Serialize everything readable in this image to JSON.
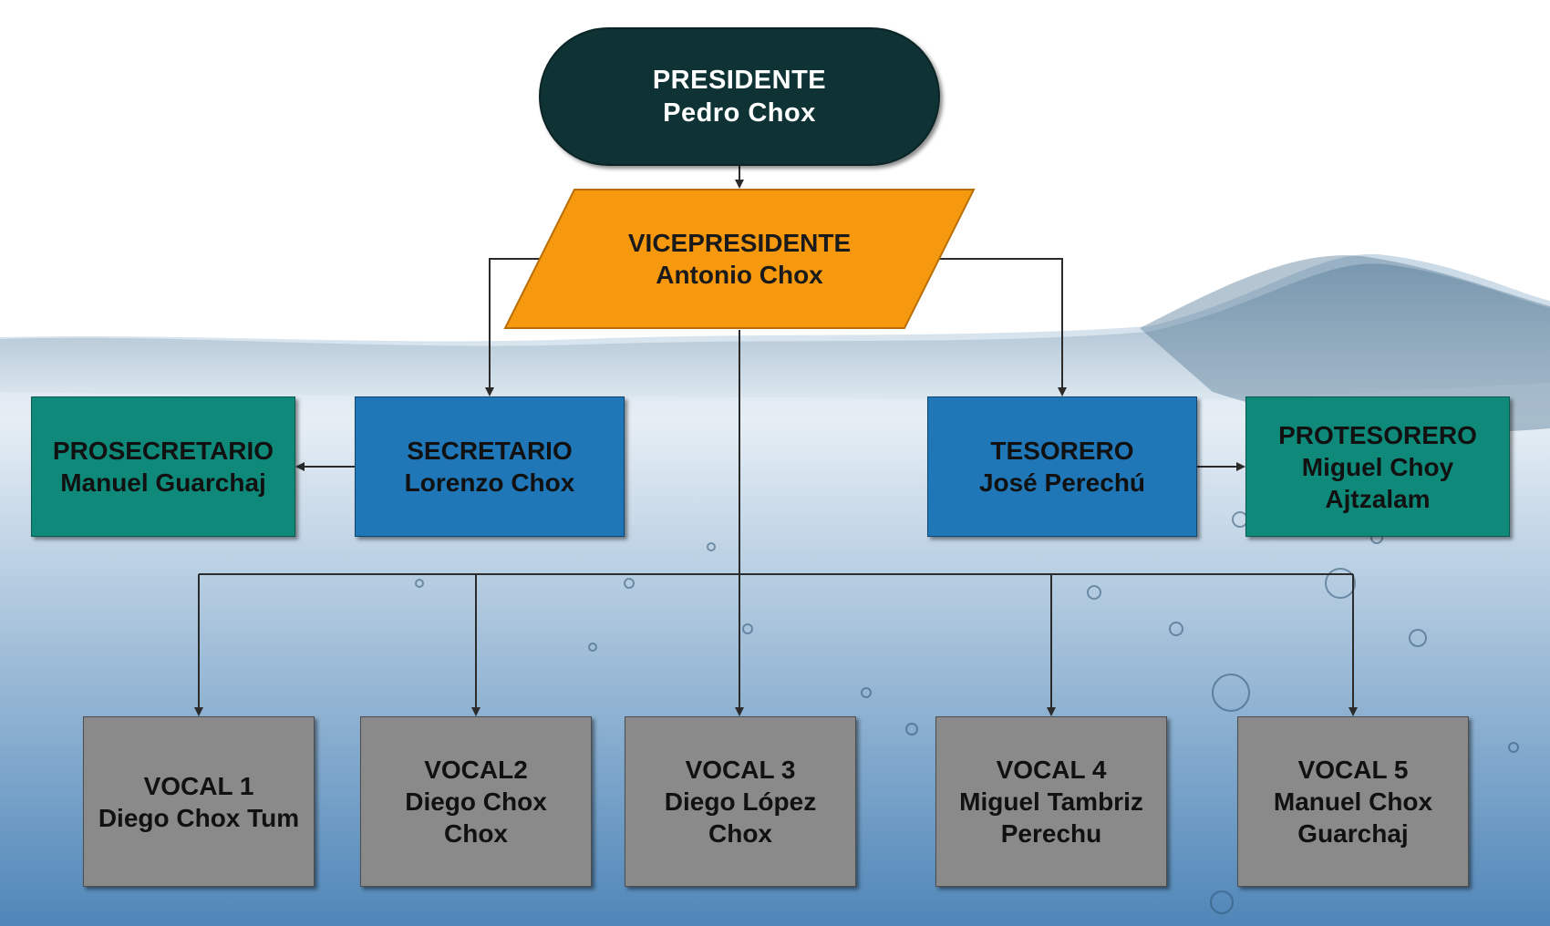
{
  "colors": {
    "president_fill": "#0f3335",
    "vicepresident_fill": "#f6990e",
    "officer_fill": "#1f77b8",
    "deputy_fill": "#0f8a7a",
    "vocal_fill": "#8a8a8a",
    "connector": "#2b2b2b"
  },
  "president": {
    "role": "PRESIDENTE",
    "name": "Pedro Chox"
  },
  "vicepresident": {
    "role": "VICEPRESIDENTE",
    "name": "Antonio Chox"
  },
  "prosecretario": {
    "role": "PROSECRETARIO",
    "name": "Manuel Guarchaj"
  },
  "secretario": {
    "role": "SECRETARIO",
    "name": "Lorenzo Chox"
  },
  "tesorero": {
    "role": "TESORERO",
    "name": "José Perechú"
  },
  "protesorero": {
    "role": "PROTESORERO",
    "name_line1": "Miguel Choy",
    "name_line2": "Ajtzalam"
  },
  "vocales": [
    {
      "role": "VOCAL 1",
      "name_line1": "Diego Chox Tum",
      "name_line2": ""
    },
    {
      "role": "VOCAL2",
      "name_line1": "Diego Chox",
      "name_line2": "Chox"
    },
    {
      "role": "VOCAL 3",
      "name_line1": "Diego López",
      "name_line2": "Chox"
    },
    {
      "role": "VOCAL 4",
      "name_line1": "Miguel Tambriz",
      "name_line2": "Perechu"
    },
    {
      "role": "VOCAL 5",
      "name_line1": "Manuel Chox",
      "name_line2": "Guarchaj"
    }
  ]
}
